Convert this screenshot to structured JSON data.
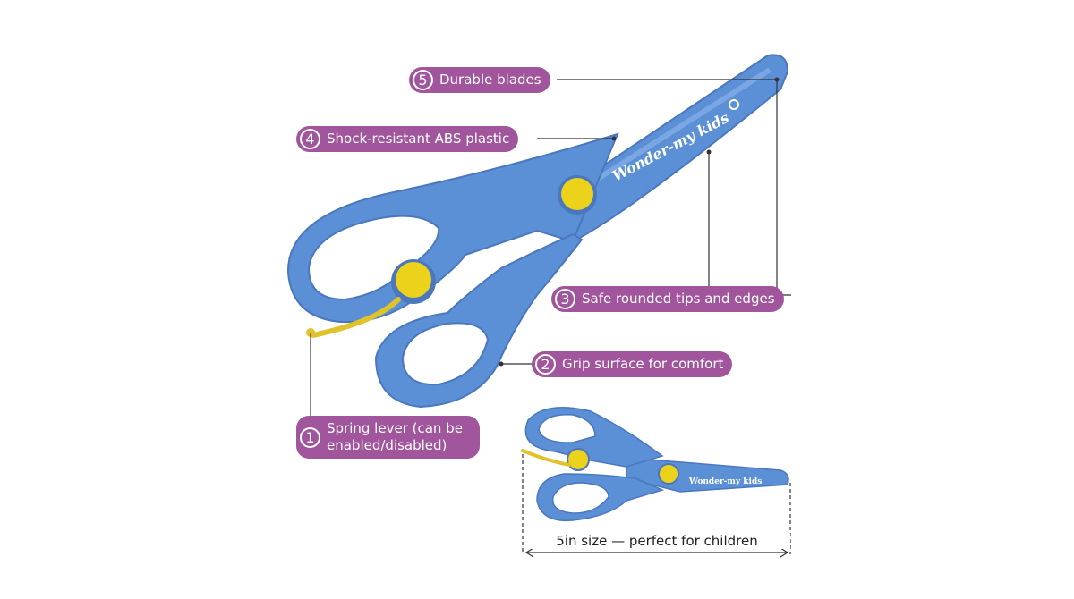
{
  "colors": {
    "label_bg": "#a0559c",
    "scissors_blue": "#5b8fd6",
    "scissors_blue_dark": "#4a77bd",
    "pivot_yellow": "#ecd21a",
    "spring_yellow": "#e0c32a",
    "line": "#333333"
  },
  "brand": {
    "logo_text": "Wonder-my kids"
  },
  "labels": [
    {
      "number": "5",
      "text": "Durable blades"
    },
    {
      "number": "4",
      "text": "Shock-resistant ABS plastic"
    },
    {
      "number": "3",
      "text": "Safe rounded tips and edges"
    },
    {
      "number": "2",
      "text": "Grip surface for comfort"
    },
    {
      "number": "1",
      "text": "Spring lever (can be enabled/disabled)"
    }
  ],
  "size_caption": "5in size — perfect for children"
}
